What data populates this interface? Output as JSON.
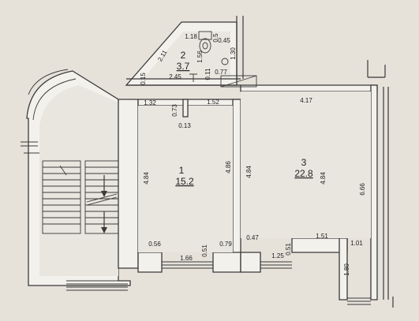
{
  "rooms": [
    {
      "number": "1",
      "area": "15.2"
    },
    {
      "number": "2",
      "area": "3.7"
    },
    {
      "number": "3",
      "area": "22.8"
    }
  ],
  "dimensions": {
    "bath_top": "1.18",
    "bath_diag": "2.11",
    "bath_width": "2.45",
    "bath_inner_h": "1.56",
    "bath_small_a": "0.45",
    "bath_small_b": "0.5",
    "bath_right_h": "1.30",
    "bath_wall_a": "0.11",
    "bath_wall_b": "0.77",
    "bath_left": "0.15",
    "r1_top_left": "1.32",
    "r1_top_right": "1.52",
    "r1_nib_v": "0.73",
    "r1_nib_h": "0.13",
    "r1_left_h": "4.84",
    "r1_right_h": "4.86",
    "r1_bottom_left": "0.56",
    "r1_window": "1.66",
    "r1_niche": "0.51",
    "r1_bottom_right": "0.79",
    "r3_top": "4.17",
    "r3_left_h": "4.84",
    "r3_inner_h": "4.84",
    "r3_right_h": "6.66",
    "r3_bottom_left": "0.47",
    "r3_window": "1.25",
    "r3_niche": "0.51",
    "r3_bottom_mid": "1.51",
    "r3_bottom_right": "1.01",
    "r3_bay": "1.80"
  }
}
